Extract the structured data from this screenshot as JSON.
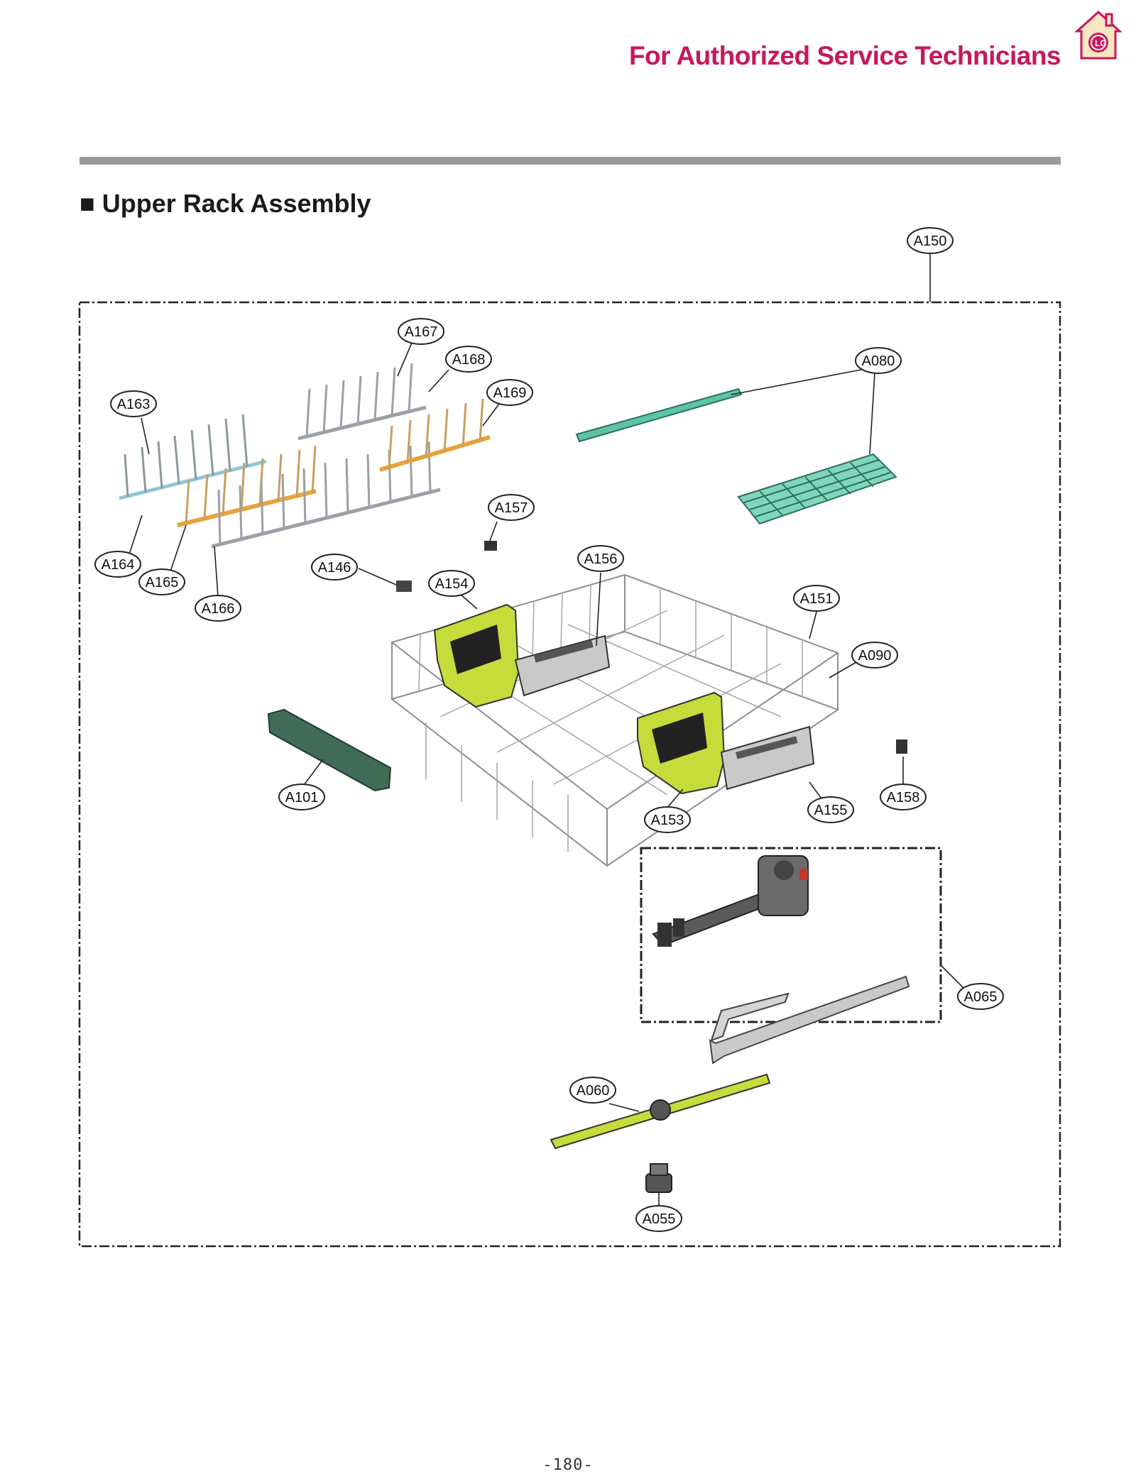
{
  "header": {
    "title": "For Authorized Service Technicians",
    "logo_text": "LG"
  },
  "section": {
    "title": "■ Upper Rack Assembly"
  },
  "callouts": [
    {
      "id": "A150",
      "label": "A150"
    },
    {
      "id": "A167",
      "label": "A167"
    },
    {
      "id": "A168",
      "label": "A168"
    },
    {
      "id": "A169",
      "label": "A169"
    },
    {
      "id": "A080",
      "label": "A080"
    },
    {
      "id": "A163",
      "label": "A163"
    },
    {
      "id": "A157",
      "label": "A157"
    },
    {
      "id": "A164",
      "label": "A164"
    },
    {
      "id": "A165",
      "label": "A165"
    },
    {
      "id": "A166",
      "label": "A166"
    },
    {
      "id": "A146",
      "label": "A146"
    },
    {
      "id": "A154",
      "label": "A154"
    },
    {
      "id": "A156",
      "label": "A156"
    },
    {
      "id": "A151",
      "label": "A151"
    },
    {
      "id": "A090",
      "label": "A090"
    },
    {
      "id": "A101",
      "label": "A101"
    },
    {
      "id": "A153",
      "label": "A153"
    },
    {
      "id": "A155",
      "label": "A155"
    },
    {
      "id": "A158",
      "label": "A158"
    },
    {
      "id": "A065",
      "label": "A065"
    },
    {
      "id": "A060",
      "label": "A060"
    },
    {
      "id": "A055",
      "label": "A055"
    }
  ],
  "footer": {
    "page_number": "-180-"
  },
  "colors": {
    "accent": "#c8175b",
    "rule": "#9a9a9a",
    "tine_blue": "#8fc6d4",
    "tine_orange": "#e8a23a",
    "lime": "#c6dc3a",
    "mint": "#5fc3a6",
    "wire": "#8a8f96"
  }
}
